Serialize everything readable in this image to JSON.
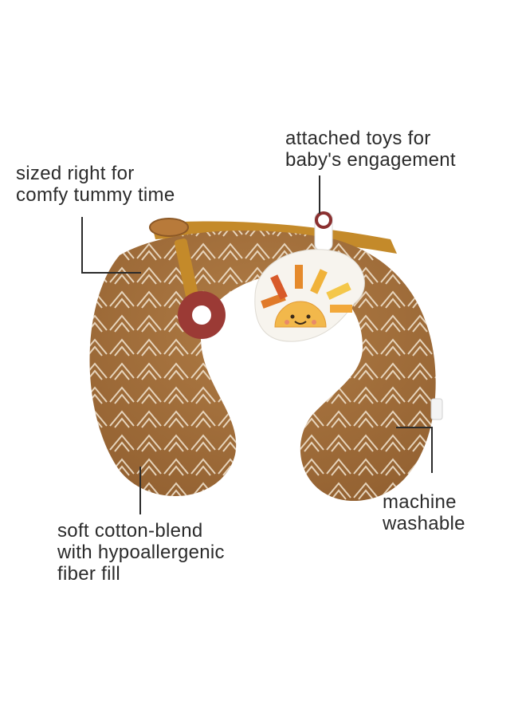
{
  "callouts": {
    "toys": {
      "line1": "attached toys for",
      "line2": "baby's engagement"
    },
    "size": {
      "line1": "sized right for",
      "line2": "comfy tummy time"
    },
    "fabric": {
      "line1": "soft cotton-blend",
      "line2": "with hypoallergenic",
      "line3": "fiber fill"
    },
    "wash": {
      "line1": "machine",
      "line2": "washable"
    }
  },
  "colors": {
    "pillow": "#a8753f",
    "pillow_shade": "#8f5f2e",
    "pattern": "#f3e6d2",
    "strap": "#c48a2a",
    "teether": "#9b3a35",
    "sun_face": "#f2b84b"
  }
}
